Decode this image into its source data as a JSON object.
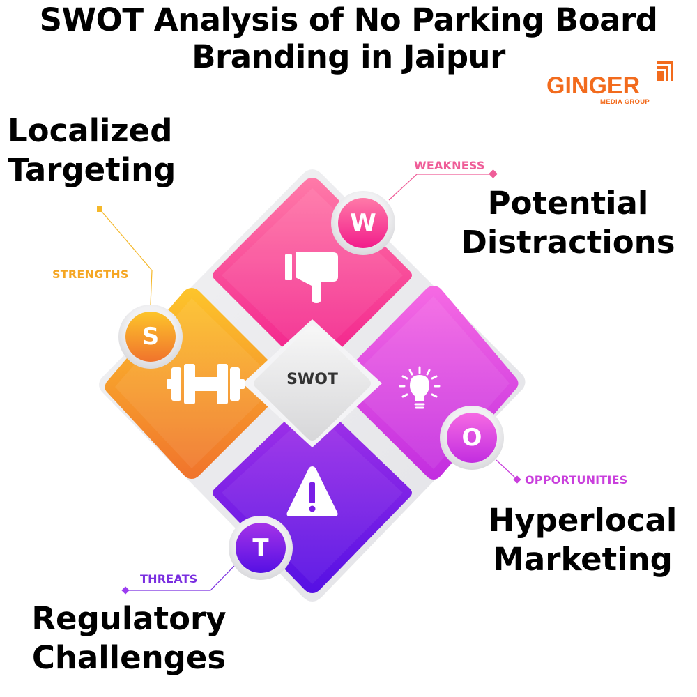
{
  "title": {
    "line1": "SWOT Analysis of No Parking Board",
    "line2": "Branding in Jaipur"
  },
  "logo": {
    "name": "GINGER",
    "tagline": "MEDIA GROUP",
    "color": "#f26b1d"
  },
  "center": {
    "label": "SWOT"
  },
  "quadrants": {
    "strengths": {
      "letter": "S",
      "category": "STRENGTHS",
      "heading_line1": "Localized",
      "heading_line2": "Targeting",
      "icon": "dumbbell-icon",
      "color_from": "#fdbd2a",
      "color_to": "#f07a2a"
    },
    "weakness": {
      "letter": "W",
      "category": "WEAKNESS",
      "heading_line1": "Potential",
      "heading_line2": "Distractions",
      "icon": "thumbs-down-icon",
      "color_from": "#ff6fa3",
      "color_to": "#f21f8c"
    },
    "opportunities": {
      "letter": "O",
      "category": "OPPORTUNITIES",
      "heading_line1": "Hyperlocal",
      "heading_line2": "Marketing",
      "icon": "lightbulb-icon",
      "color_from": "#f45fe0",
      "color_to": "#c12ee0"
    },
    "threats": {
      "letter": "T",
      "category": "THREATS",
      "heading_line1": "Regulatory",
      "heading_line2": "Challenges",
      "icon": "warning-triangle-icon",
      "color_from": "#9b2ee8",
      "color_to": "#5a10e6"
    }
  },
  "label_colors": {
    "strengths": "#f5a623",
    "weakness": "#ef5d98",
    "opportunities": "#c93fdc",
    "threats": "#7a2ee0"
  }
}
